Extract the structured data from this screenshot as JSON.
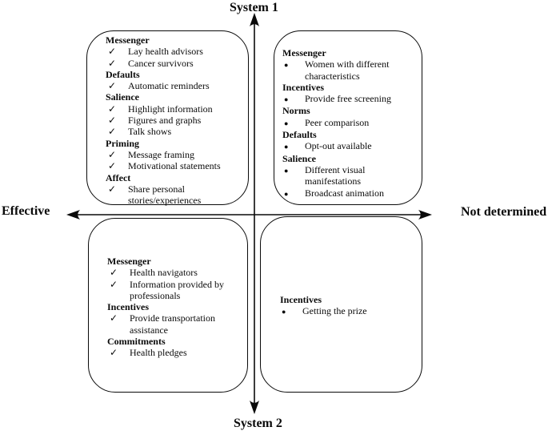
{
  "axis_labels": {
    "top": "System 1",
    "bottom": "System 2",
    "left": "Effective",
    "right": "Not determined"
  },
  "quadrants": [
    {
      "name": "top-left",
      "marker": "✓",
      "groups": [
        {
          "header": "Messenger",
          "items": [
            "Lay health advisors",
            "Cancer survivors"
          ]
        },
        {
          "header": "Defaults",
          "items": [
            "Automatic reminders"
          ]
        },
        {
          "header": "Salience",
          "items": [
            "Highlight information",
            "Figures and graphs",
            "Talk shows"
          ]
        },
        {
          "header": "Priming",
          "items": [
            "Message framing",
            "Motivational statements"
          ]
        },
        {
          "header": "Affect",
          "items": [
            "Share personal stories/experiences"
          ]
        }
      ]
    },
    {
      "name": "top-right",
      "marker": "●",
      "groups": [
        {
          "header": "Messenger",
          "items": [
            "Women with different characteristics"
          ]
        },
        {
          "header": "Incentives",
          "items": [
            "Provide free screening"
          ]
        },
        {
          "header": "Norms",
          "items": [
            "Peer comparison"
          ]
        },
        {
          "header": "Defaults",
          "items": [
            "Opt-out available"
          ]
        },
        {
          "header": "Salience",
          "items": [
            "Different visual manifestations",
            "Broadcast animation"
          ]
        }
      ]
    },
    {
      "name": "bottom-left",
      "marker": "✓",
      "groups": [
        {
          "header": "Messenger",
          "items": [
            "Health navigators",
            "Information provided by professionals"
          ]
        },
        {
          "header": "Incentives",
          "items": [
            "Provide transportation assistance"
          ]
        },
        {
          "header": "Commitments",
          "items": [
            "Health pledges"
          ]
        }
      ]
    },
    {
      "name": "bottom-right",
      "marker": "●",
      "groups": [
        {
          "header": "Incentives",
          "items": [
            "Getting the prize"
          ]
        }
      ]
    }
  ]
}
